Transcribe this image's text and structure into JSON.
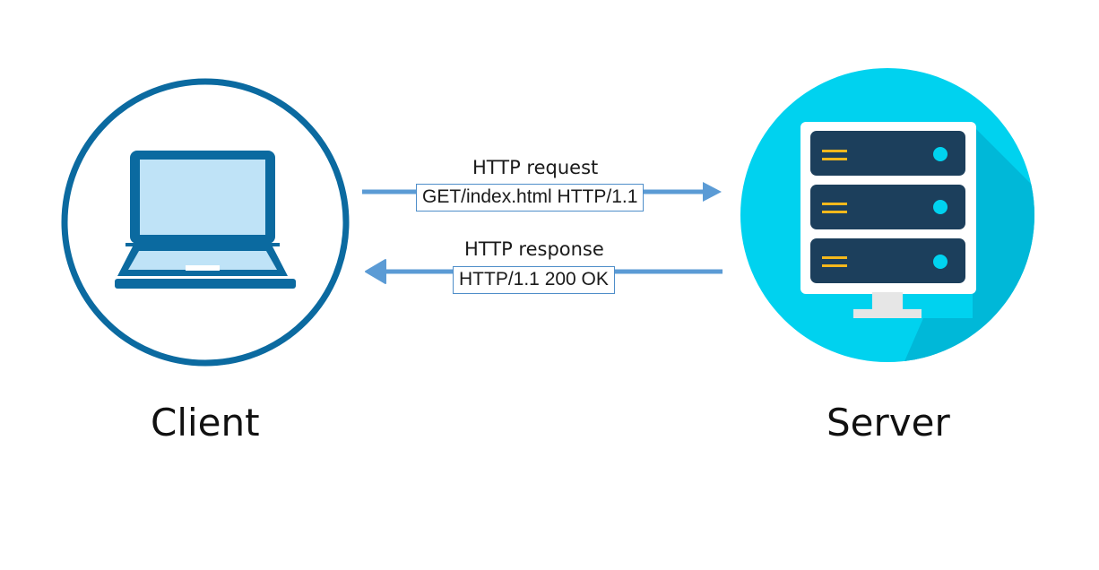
{
  "colors": {
    "client_ring": "#0b6aa0",
    "laptop_body": "#0b6aa0",
    "laptop_screen": "#bfe3f7",
    "server_circle": "#00d2ef",
    "server_shadow": "#00b8d8",
    "server_rack_frame": "#ffffff",
    "server_unit": "#1c3f5c",
    "server_led": "#00d2ef",
    "server_slot": "#f5b81c",
    "arrow": "#5b9bd5",
    "box_border": "#4f8ec9"
  },
  "icons": {
    "client": "laptop-icon",
    "server": "server-rack-icon"
  },
  "nodes": {
    "client": {
      "label": "Client"
    },
    "server": {
      "label": "Server"
    }
  },
  "messages": {
    "request": {
      "title": "HTTP request",
      "content": "GET/index.html HTTP/1.1",
      "direction": "client-to-server"
    },
    "response": {
      "title": "HTTP response",
      "content": "HTTP/1.1 200 OK",
      "direction": "server-to-client"
    }
  }
}
